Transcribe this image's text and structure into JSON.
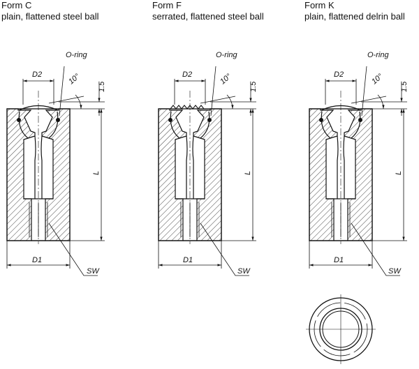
{
  "forms": [
    {
      "id": "C",
      "title": "Form C",
      "subtitle": "plain, flattened steel ball"
    },
    {
      "id": "F",
      "title": "Form F",
      "subtitle": "serrated, flattened steel ball"
    },
    {
      "id": "K",
      "title": "Form K",
      "subtitle": "plain, flattened delrin ball"
    }
  ],
  "labels": {
    "oring": "O-ring",
    "d2": "D2",
    "d1": "D1",
    "angle": "10°",
    "h": "1.5",
    "length": "L",
    "sw": "SW"
  },
  "colors": {
    "line": "#111111",
    "background": "#ffffff"
  }
}
